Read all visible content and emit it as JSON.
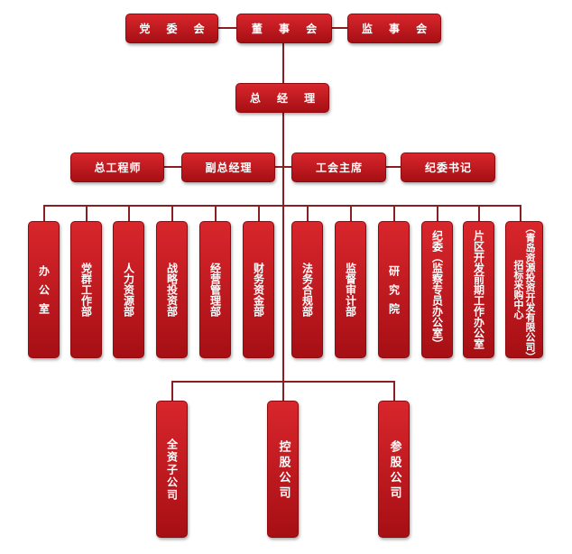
{
  "org_chart": {
    "top_row": {
      "party_committee": "党 委 会",
      "board": "董 事 会",
      "supervisory_board": "监 事 会"
    },
    "general_manager": "总 经 理",
    "second_row": {
      "chief_engineer": "总工程师",
      "deputy_gm": "副总经理",
      "union_chair": "工会主席",
      "discipline_secretary": "纪委书记"
    },
    "departments": [
      "办公室",
      "党群工作部",
      "人力资源部",
      "战略投资部",
      "经营管理部",
      "财务资金部",
      "法务合规部",
      "监督审计部",
      "研究院",
      "纪委（监察专员办公室）",
      "片区开发前期工作办公室",
      "（青岛资源投资开发有限公司）招标采购中心"
    ],
    "subsidiaries": [
      "全资子公司",
      "控股公司",
      "参股公司"
    ]
  }
}
